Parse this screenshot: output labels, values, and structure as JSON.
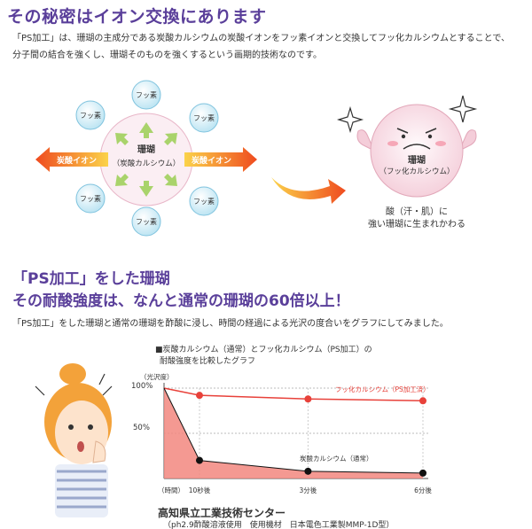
{
  "heading1": "その秘密はイオン交換にあります",
  "intro_line1": "「PS加工」は、珊瑚の主成分である炭酸カルシウムの炭酸イオンをフッ素イオンと交換してフッ化カルシウムとすることで、",
  "intro_line2": "分子間の結合を強くし、珊瑚そのものを強くするという画期的技術なのです。",
  "diagram": {
    "fluorine_label": "フッ素",
    "carbonate_left": "炭酸イオン",
    "carbonate_right": "炭酸イオン",
    "center_title": "珊瑚",
    "center_sub": "（炭酸カルシウム）"
  },
  "coral_char": {
    "title": "珊瑚",
    "sub": "（フッ化カルシウム）",
    "caption1": "酸（汗・肌）に",
    "caption2": "強い珊瑚に生まれかわる"
  },
  "heading2a": "「PS加工」をした珊瑚",
  "heading2b": "その耐酸強度は、なんと通常の珊瑚の60倍以上！",
  "para3": "「PS加工」をした珊瑚と通常の珊瑚を酢酸に浸し、時間の経過による光沢の度合いをグラフにしてみました。",
  "chart_data": {
    "type": "line",
    "title_line1": "■炭酸カルシウム（通常）とフッ化カルシウム（PS加工）の",
    "title_line2": "耐酸強度を比較したグラフ",
    "ylabel": "（光沢度）",
    "xlabel": "（時間）",
    "yticks": [
      "100%",
      "50%"
    ],
    "categories": [
      "10秒後",
      "3分後",
      "6分後"
    ],
    "series": [
      {
        "name": "フッ化カルシウム（PS加工済）",
        "color": "#e8413a",
        "x": [
          0,
          10,
          180,
          360
        ],
        "values": [
          100,
          92,
          88,
          86
        ]
      },
      {
        "name": "炭酸カルシウム（通常）",
        "color": "#111111",
        "x": [
          0,
          10,
          180,
          360
        ],
        "values": [
          100,
          20,
          8,
          6
        ]
      }
    ],
    "ylim": [
      0,
      100
    ]
  },
  "source_line1": "高知県立工業技術センター",
  "source_line2": "（ph2.9酢酸溶液使用　使用機材　日本電色工業製MMP-1D型）"
}
